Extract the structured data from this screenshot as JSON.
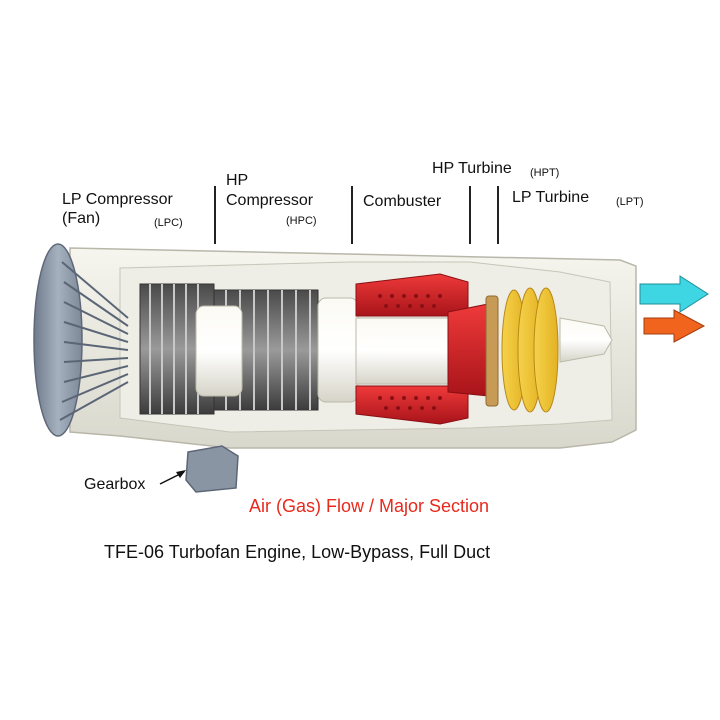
{
  "labels": {
    "lpc_line1": "LP Compressor",
    "lpc_line2": "(Fan)",
    "lpc_abbr": "(LPC)",
    "hpc_line1": "HP",
    "hpc_line2": "Compressor",
    "hpc_abbr": "(HPC)",
    "combuster": "Combuster",
    "hpt": "HP Turbine",
    "hpt_abbr": "(HPT)",
    "lpt": "LP Turbine",
    "lpt_abbr": "(LPT)",
    "gearbox": "Gearbox"
  },
  "flow_title": "Air (Gas) Flow / Major Section",
  "caption": "TFE-06  Turbofan Engine, Low-Bypass, Full Duct",
  "colors": {
    "flow_title": "#e8291c",
    "bypass_arrow": "#3fd6e3",
    "core_arrow": "#f0641e",
    "combustor": "#d41f26",
    "turbine": "#f1c93a",
    "casing": "#ecebe2",
    "fan": "#8895a6"
  }
}
